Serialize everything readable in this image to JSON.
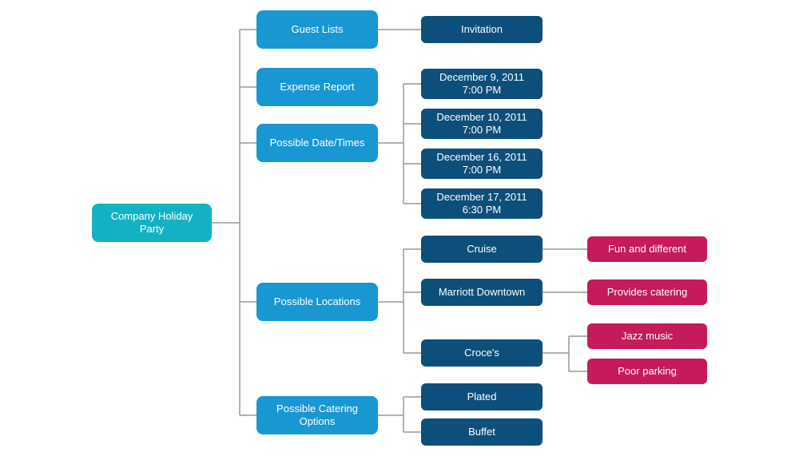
{
  "diagram": {
    "type": "mind-map",
    "colors": {
      "root": "#14b1c4",
      "level1": "#1897d3",
      "level2": "#0d4f7b",
      "level3": "#c51a5b",
      "connector": "#999999",
      "background": "#ffffff"
    },
    "root": {
      "label": "Company Holiday Party"
    },
    "branches": [
      {
        "label": "Guest Lists",
        "children": [
          {
            "label": "Invitation"
          }
        ]
      },
      {
        "label": "Expense Report"
      },
      {
        "label": "Possible Date/Times",
        "children": [
          {
            "label": "December 9, 2011\n7:00 PM"
          },
          {
            "label": "December 10, 2011\n7:00 PM"
          },
          {
            "label": "December 16, 2011\n7:00 PM"
          },
          {
            "label": "December 17, 2011\n6:30 PM"
          }
        ]
      },
      {
        "label": "Possible Locations",
        "children": [
          {
            "label": "Cruise",
            "children": [
              {
                "label": "Fun and different"
              }
            ]
          },
          {
            "label": "Marriott Downtown",
            "children": [
              {
                "label": "Provides catering"
              }
            ]
          },
          {
            "label": "Croce's",
            "children": [
              {
                "label": "Jazz music"
              },
              {
                "label": "Poor parking"
              }
            ]
          }
        ]
      },
      {
        "label": "Possible Catering Options",
        "children": [
          {
            "label": "Plated"
          },
          {
            "label": "Buffet"
          }
        ]
      }
    ]
  }
}
